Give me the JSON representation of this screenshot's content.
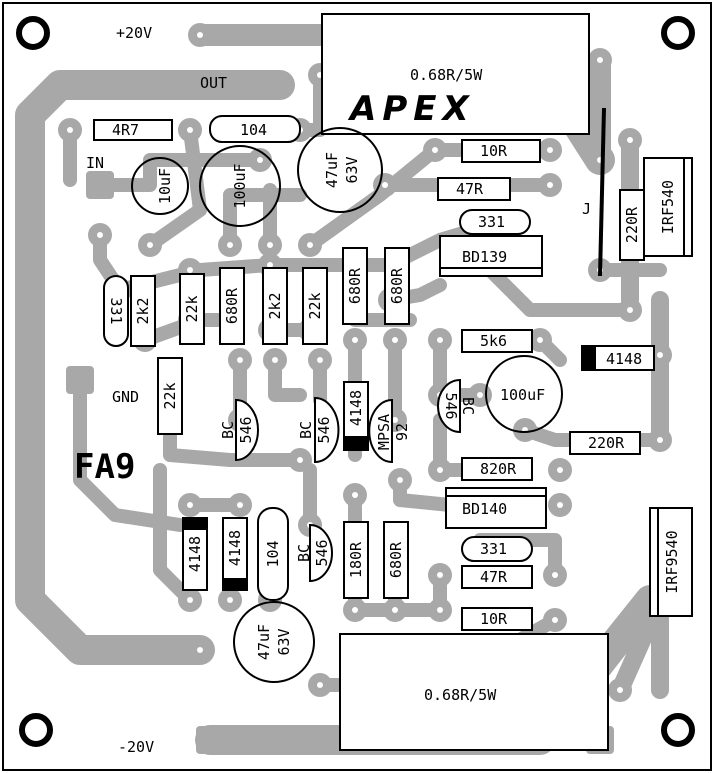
{
  "board": {
    "name": "FA9",
    "brand": "APEX",
    "labels": {
      "vpos": "+20V",
      "vneg": "-20V",
      "out": "OUT",
      "in": "IN",
      "gnd": "GND",
      "jumper": "J"
    }
  },
  "components": {
    "r_4r7": "4R7",
    "c_104_top": "104",
    "c_10uf": "10uF",
    "c_100uf_in": "100uF",
    "c_47uf_top": "47uF",
    "c_63v_top": "63V",
    "r_10r_top": "10R",
    "r_47r_top": "47R",
    "c_331_top": "331",
    "q_bd139": "BD139",
    "r_220r_top": "220R",
    "q_irf540": "IRF540",
    "c_331_left": "331",
    "r_2k2_a": "2k2",
    "r_22k_a": "22k",
    "r_680r_a": "680R",
    "r_2k2_b": "2k2",
    "r_22k_b": "22k",
    "r_680r_b": "680R",
    "r_680r_c": "680R",
    "r_5k6": "5k6",
    "d_4148_right": "4148",
    "r_22k_gnd": "22k",
    "q_bc546_a": "BC",
    "q_bc546_a2": "546",
    "q_bc546_b": "BC",
    "q_bc546_b2": "546",
    "d_4148_mid": "4148",
    "q_mpsa": "MPSA",
    "q_mpsa2": "92",
    "q_bc556": "BC",
    "q_bc556_2": "546",
    "c_100uf_right": "100uF",
    "r_220r_right": "220R",
    "r_820r": "820R",
    "q_bd140": "BD140",
    "c_331_bottom": "331",
    "r_47r_bottom": "47R",
    "r_10r_bottom": "10R",
    "q_irf9540": "IRF9540",
    "d_4148_a": "4148",
    "d_4148_b": "4148",
    "c_104_bottom": "104",
    "q_bc546_c": "BC",
    "q_bc546_c2": "546",
    "r_180r": "180R",
    "r_680r_bottom": "680R",
    "c_47uf_bottom": "47uF",
    "c_63v_bottom": "63V",
    "r_068_top": "0.68R/5W",
    "r_068_bottom": "0.68R/5W"
  }
}
